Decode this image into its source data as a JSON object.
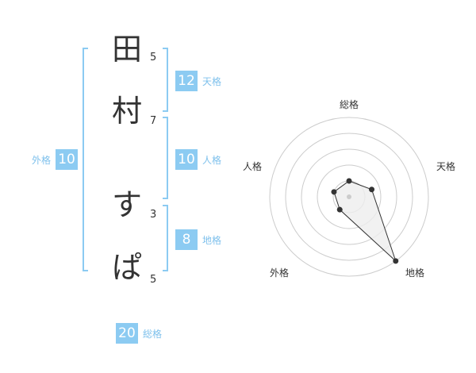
{
  "name": {
    "chars": [
      {
        "char": "田",
        "strokes": "5"
      },
      {
        "char": "村",
        "strokes": "7"
      },
      {
        "char": "す",
        "strokes": "3"
      },
      {
        "char": "ぱ",
        "strokes": "5"
      }
    ]
  },
  "fortunes": {
    "tenkaku": {
      "value": "12",
      "label": "天格"
    },
    "jinkaku": {
      "value": "10",
      "label": "人格"
    },
    "chikaku": {
      "value": "8",
      "label": "地格"
    },
    "gaikaku": {
      "value": "10",
      "label": "外格"
    },
    "soukaku": {
      "value": "20",
      "label": "総格"
    }
  },
  "radar": {
    "axes": [
      "総格",
      "天格",
      "地格",
      "外格",
      "人格"
    ],
    "levels": 5,
    "values": [
      1,
      1.5,
      5,
      1,
      1
    ],
    "max": 5,
    "colors": {
      "ring": "#cccccc",
      "fill": "#eeeeee",
      "line": "#333333",
      "point": "#333333"
    }
  }
}
